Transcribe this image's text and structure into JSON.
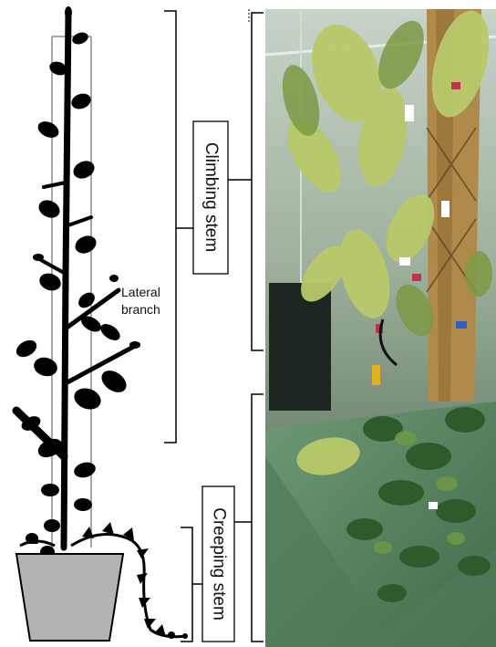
{
  "labels": {
    "lateral_branch_line1": "Lateral",
    "lateral_branch_line2": "branch",
    "climbing_stem": "Climbing stem",
    "creeping_stem": "Creeping stem"
  },
  "colors": {
    "plant": "#000000",
    "pot": "#b3b3b3",
    "trellis": "#8c8c8c",
    "bracket": "#000000",
    "photo_foliage_light": "#b9c96a",
    "photo_foliage_dark": "#3f6a33",
    "photo_trunk": "#b08a4a",
    "photo_mat": "#5b8a63"
  },
  "icons": {
    "plant": "plant-diagram-icon",
    "pot": "pot-icon",
    "photo": "greenhouse-photo"
  }
}
